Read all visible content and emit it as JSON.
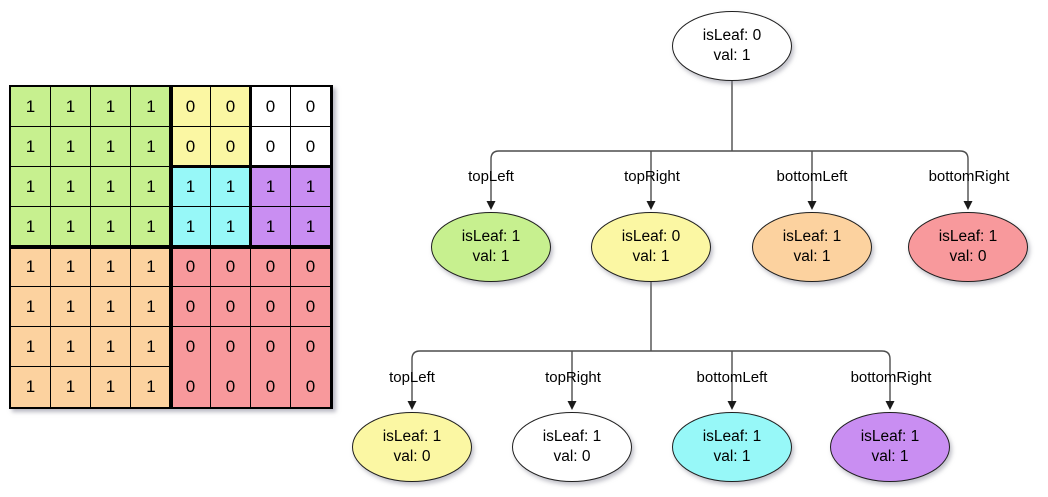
{
  "palette": {
    "green": "#c7f08f",
    "yellow": "#fbf7a3",
    "white": "#ffffff",
    "cyan": "#97f8f8",
    "purple": "#c98ef2",
    "orange": "#fcd29f",
    "red": "#f8999c",
    "line": "#4d4d4d",
    "arrow": "#1a1a1a",
    "border": "#000000"
  },
  "grid": {
    "rows": 8,
    "cols": 8,
    "values": [
      [
        1,
        1,
        1,
        1,
        0,
        0,
        0,
        0
      ],
      [
        1,
        1,
        1,
        1,
        0,
        0,
        0,
        0
      ],
      [
        1,
        1,
        1,
        1,
        1,
        1,
        1,
        1
      ],
      [
        1,
        1,
        1,
        1,
        1,
        1,
        1,
        1
      ],
      [
        1,
        1,
        1,
        1,
        0,
        0,
        0,
        0
      ],
      [
        1,
        1,
        1,
        1,
        0,
        0,
        0,
        0
      ],
      [
        1,
        1,
        1,
        1,
        0,
        0,
        0,
        0
      ],
      [
        1,
        1,
        1,
        1,
        0,
        0,
        0,
        0
      ]
    ],
    "color_keys": [
      [
        "green",
        "green",
        "green",
        "green",
        "yellow",
        "yellow",
        "white",
        "white"
      ],
      [
        "green",
        "green",
        "green",
        "green",
        "yellow",
        "yellow",
        "white",
        "white"
      ],
      [
        "green",
        "green",
        "green",
        "green",
        "cyan",
        "cyan",
        "purple",
        "purple"
      ],
      [
        "green",
        "green",
        "green",
        "green",
        "cyan",
        "cyan",
        "purple",
        "purple"
      ],
      [
        "orange",
        "orange",
        "orange",
        "orange",
        "red",
        "red",
        "red",
        "red"
      ],
      [
        "orange",
        "orange",
        "orange",
        "orange",
        "red",
        "red",
        "red",
        "red"
      ],
      [
        "orange",
        "orange",
        "orange",
        "orange",
        "red",
        "red",
        "red",
        "red"
      ],
      [
        "orange",
        "orange",
        "orange",
        "orange",
        "red",
        "red",
        "red",
        "red"
      ]
    ]
  },
  "tree": {
    "root": {
      "text1": "isLeaf: 0",
      "text2": "val: 1",
      "color_key": "white"
    },
    "level1": [
      {
        "label": "topLeft",
        "text1": "isLeaf: 1",
        "text2": "val: 1",
        "color_key": "green"
      },
      {
        "label": "topRight",
        "text1": "isLeaf: 0",
        "text2": "val: 1",
        "color_key": "yellow"
      },
      {
        "label": "bottomLeft",
        "text1": "isLeaf: 1",
        "text2": "val: 1",
        "color_key": "orange"
      },
      {
        "label": "bottomRight",
        "text1": "isLeaf: 1",
        "text2": "val: 0",
        "color_key": "red"
      }
    ],
    "level2": [
      {
        "label": "topLeft",
        "text1": "isLeaf: 1",
        "text2": "val: 0",
        "color_key": "yellow"
      },
      {
        "label": "topRight",
        "text1": "isLeaf: 1",
        "text2": "val: 0",
        "color_key": "white"
      },
      {
        "label": "bottomLeft",
        "text1": "isLeaf: 1",
        "text2": "val: 1",
        "color_key": "cyan"
      },
      {
        "label": "bottomRight",
        "text1": "isLeaf: 1",
        "text2": "val: 1",
        "color_key": "purple"
      }
    ]
  }
}
